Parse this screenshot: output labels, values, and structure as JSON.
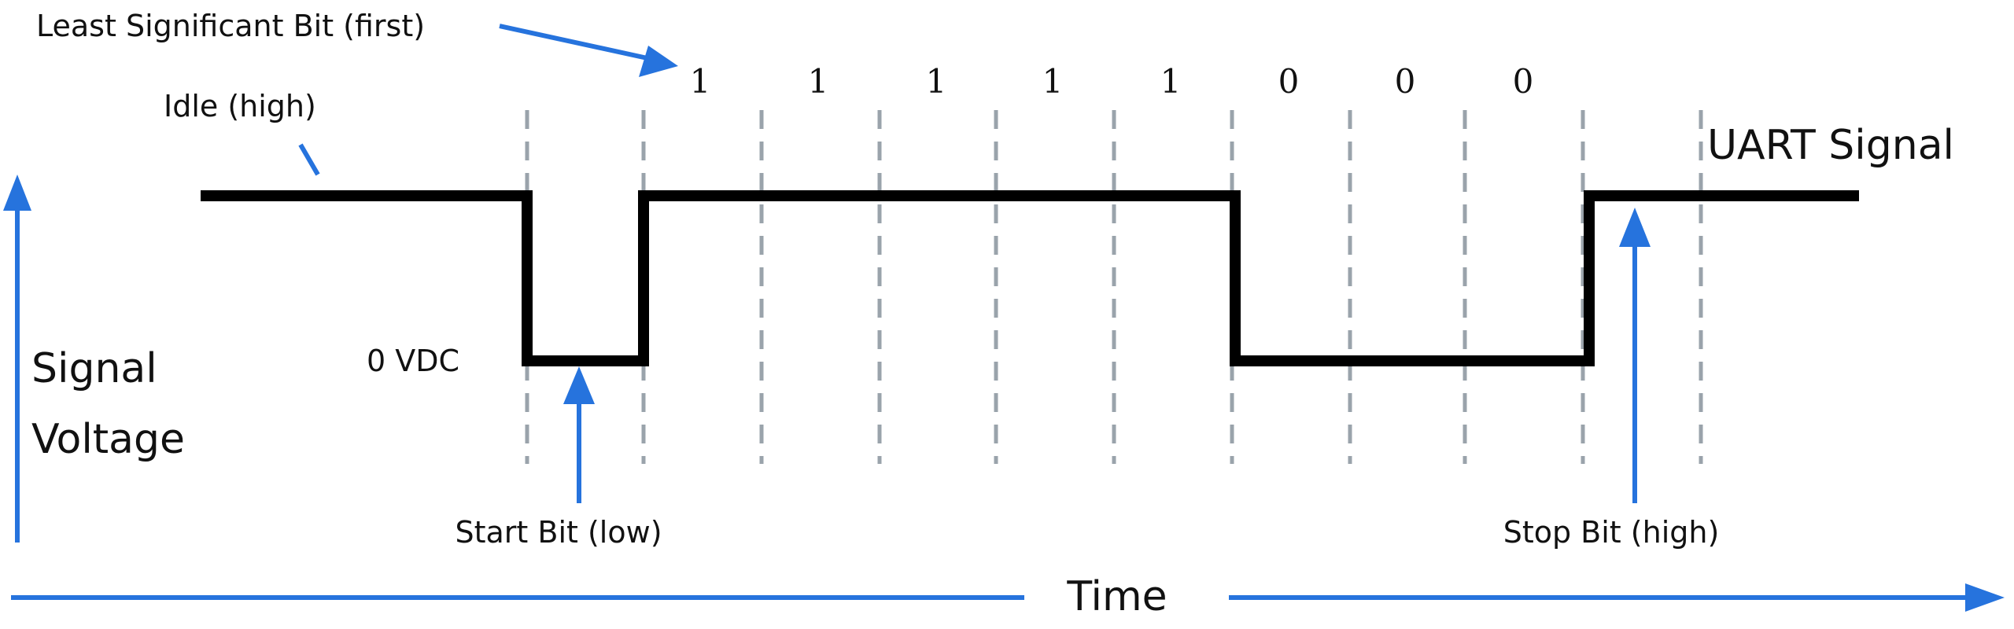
{
  "labels": {
    "lsb": "Least Significant Bit (first)",
    "idle": "Idle (high)",
    "uart_signal": "UART Signal",
    "zero_vdc": "0 VDC",
    "signal": "Signal",
    "voltage": "Voltage",
    "start_bit": "Start Bit (low)",
    "stop_bit": "Stop Bit (high)",
    "time": "Time"
  },
  "bits": [
    "1",
    "1",
    "1",
    "1",
    "1",
    "0",
    "0",
    "0"
  ],
  "colors": {
    "signal": "#000000",
    "arrow": "#2673dd",
    "gridline": "#9aa3ab"
  }
}
